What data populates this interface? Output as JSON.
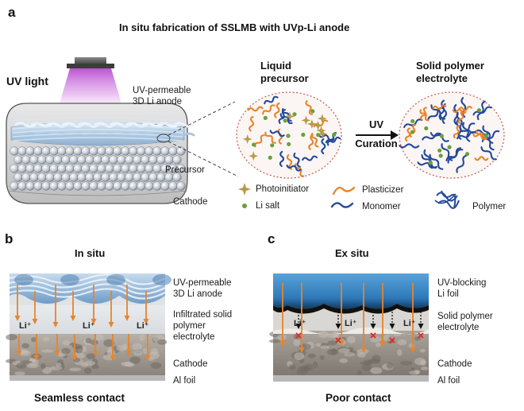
{
  "panel_a": {
    "letter": "a",
    "title": "In situ fabrication of SSLMB with UVp-Li anode",
    "uv_light": "UV light",
    "anode_label": [
      "UV-permeable",
      "3D Li anode"
    ],
    "precursor_label": "Precursor",
    "cathode_label": "Cathode",
    "liquid_precursor": [
      "Liquid",
      "precursor"
    ],
    "solid_polymer": [
      "Solid polymer",
      "electrolyte"
    ],
    "arrow_label": [
      "UV",
      "Curation"
    ],
    "legend": {
      "photoinitiator": "Photoinitiator",
      "li_salt": "Li salt",
      "plasticizer": "Plasticizer",
      "monomer": "Monomer",
      "polymer": "Polymer"
    }
  },
  "panel_b": {
    "letter": "b",
    "title": "In situ",
    "labels": {
      "anode": [
        "UV-permeable",
        "3D Li anode"
      ],
      "electrolyte": [
        "Infiltrated solid",
        "polymer",
        "electrolyte"
      ],
      "cathode": "Cathode",
      "foil": "Al foil"
    },
    "li_ion": "Li⁺",
    "caption": "Seamless contact"
  },
  "panel_c": {
    "letter": "c",
    "title": "Ex situ",
    "labels": {
      "anode": [
        "UV-blocking",
        "Li foil"
      ],
      "electrolyte": [
        "Solid polymer",
        "electrolyte"
      ],
      "cathode": "Cathode",
      "foil": "Al foil"
    },
    "li_ion": "Li⁺",
    "caption": "Poor contact"
  },
  "colors": {
    "orange": "#e8842a",
    "blue": "#24489a",
    "green": "#6aa03a",
    "star": "#b79a4a",
    "uv": "#c85cd8",
    "anode_blue": "#8fb8dd",
    "cathode_gray": "#9a958f",
    "red": "#d8322a"
  }
}
